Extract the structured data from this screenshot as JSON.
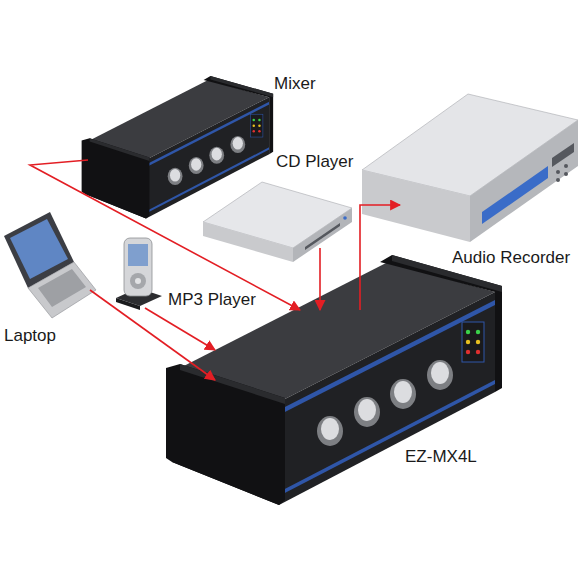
{
  "diagram": {
    "nodes": [
      {
        "text": [
          "Mixer"
        ]
      },
      {
        "text": [
          "CD Player"
        ]
      },
      {
        "text": [
          "Audio Recorder"
        ]
      },
      {
        "text": [
          "Laptop"
        ]
      },
      {
        "text": [
          "MP3 Player"
        ]
      },
      {
        "text": [
          "EZ-MX4L"
        ]
      }
    ],
    "edges": [
      {
        "from": 0,
        "to": 5,
        "arrow": "to"
      },
      {
        "from": 1,
        "to": 5,
        "arrow": "to"
      },
      {
        "from": 5,
        "to": 2,
        "arrow": "to"
      },
      {
        "from": 3,
        "to": 5,
        "arrow": "to"
      },
      {
        "from": 4,
        "to": 5,
        "arrow": "to"
      }
    ]
  }
}
